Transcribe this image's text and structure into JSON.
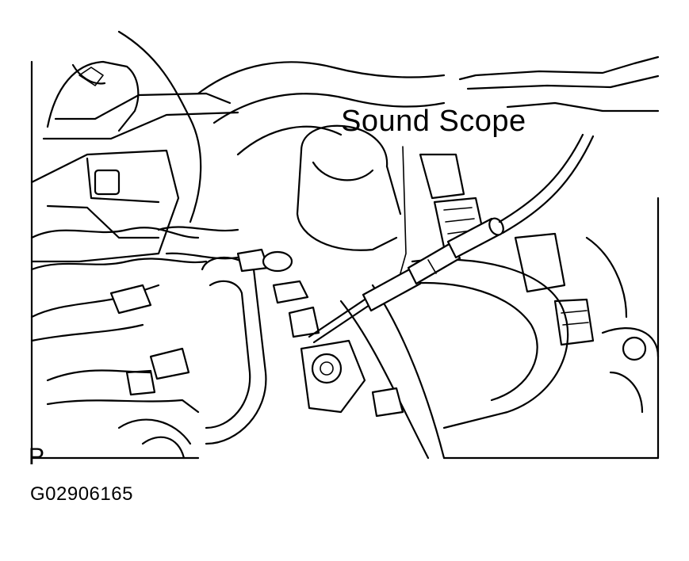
{
  "callout": {
    "label": "Sound Scope"
  },
  "corner_mark": "P",
  "figure_id": "G02906165",
  "colors": {
    "ink": "#000000",
    "background": "#ffffff"
  }
}
